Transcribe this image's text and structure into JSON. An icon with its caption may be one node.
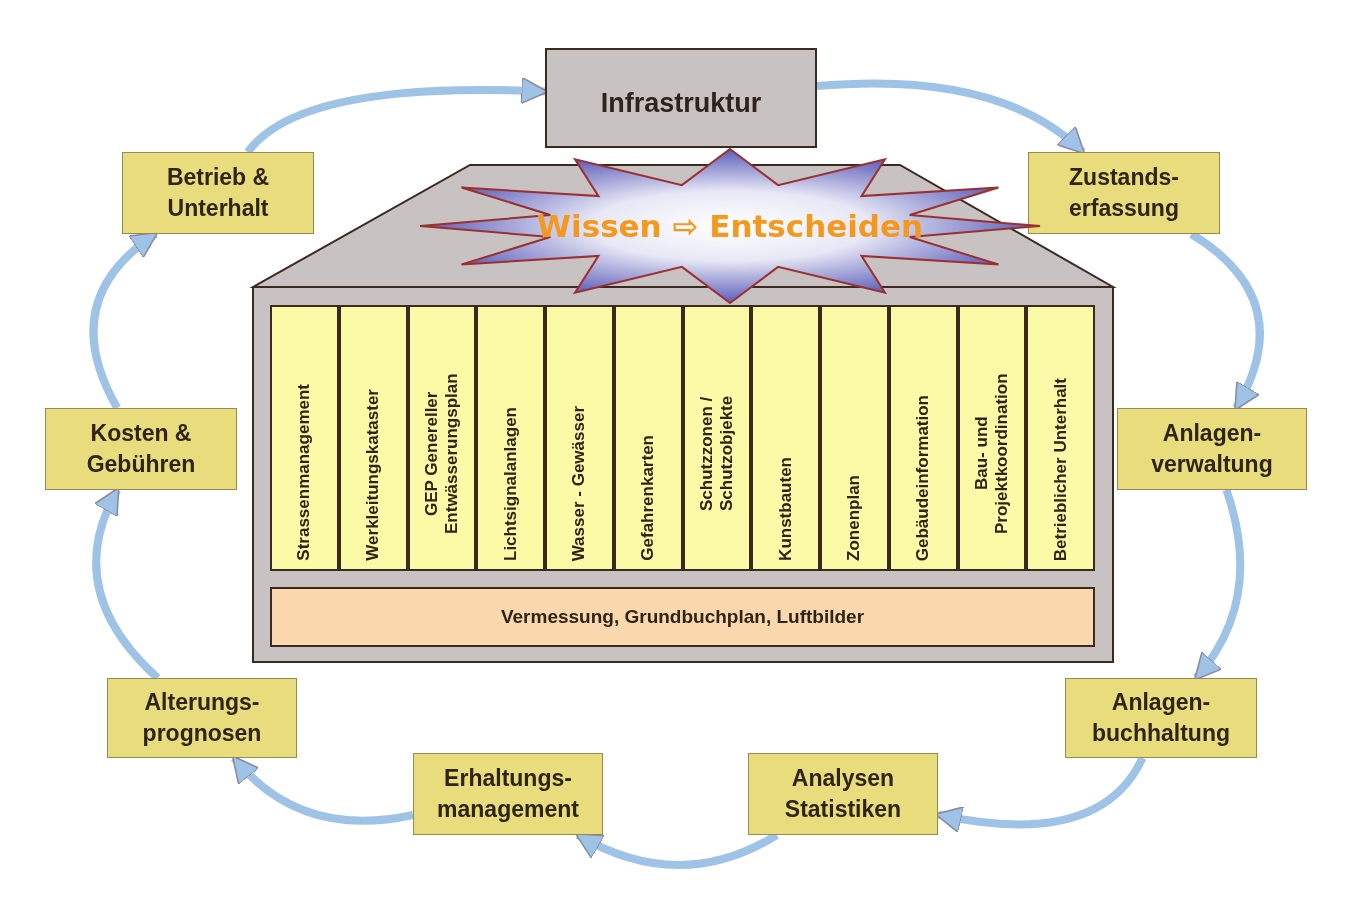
{
  "diagram": {
    "nodes": [
      {
        "text": [
          "Infrastruktur"
        ]
      },
      {
        "text": [],
        "shape": "box"
      },
      {
        "text": [
          "Strassenmanagement"
        ],
        "in": 1
      },
      {
        "text": [
          "Werkleitungskataster"
        ],
        "in": 1
      },
      {
        "text": [
          "GEP Genereller Entwässerungsplan"
        ],
        "in": 1
      },
      {
        "text": [
          "Lichtsignalanlagen"
        ],
        "in": 1
      },
      {
        "text": [
          "Wasser - Gewässer"
        ],
        "in": 1
      },
      {
        "text": [
          "Gefahrenkarten"
        ],
        "in": 1
      },
      {
        "text": [
          "Schutzzonen / Schutzobjekte"
        ],
        "in": 1
      },
      {
        "text": [
          "Kunstbauten"
        ],
        "in": 1
      },
      {
        "text": [
          "Zonenplan"
        ],
        "in": 1
      },
      {
        "text": [
          "Gebäudeinformation"
        ],
        "in": 1
      },
      {
        "text": [
          "Bau- und Projektkoordination"
        ],
        "in": 1
      },
      {
        "text": [
          "Betrieblicher Unterhalt"
        ],
        "in": 1
      },
      {
        "text": [
          "Vermessung, Grundbuchplan, Luftbilder"
        ],
        "in": 1
      },
      {
        "text": [
          "Wissen ⇨ Entscheiden"
        ]
      },
      {
        "text": [
          "Betrieb & Unterhalt"
        ]
      },
      {
        "text": [
          "Zustands- erfassung"
        ]
      },
      {
        "text": [
          "Kosten & Gebühren"
        ]
      },
      {
        "text": [
          "Anlagen- verwaltung"
        ]
      },
      {
        "text": [
          "Alterungs- prognosen"
        ]
      },
      {
        "text": [
          "Anlagen- buchhaltung"
        ]
      },
      {
        "text": [
          "Erhaltungs- management"
        ]
      },
      {
        "text": [
          "Analysen Statistiken"
        ]
      }
    ],
    "edges": [
      {
        "from": 16,
        "to": 0,
        "arrow": "to"
      },
      {
        "from": 0,
        "to": 17,
        "arrow": "to"
      },
      {
        "from": 17,
        "to": 19,
        "arrow": "to"
      },
      {
        "from": 19,
        "to": 21,
        "arrow": "to"
      },
      {
        "from": 21,
        "to": 23,
        "arrow": "to"
      },
      {
        "from": 23,
        "to": 22,
        "arrow": "to"
      },
      {
        "from": 22,
        "to": 20,
        "arrow": "to"
      },
      {
        "from": 20,
        "to": 18,
        "arrow": "to"
      },
      {
        "from": 18,
        "to": 16,
        "arrow": "to"
      }
    ]
  }
}
